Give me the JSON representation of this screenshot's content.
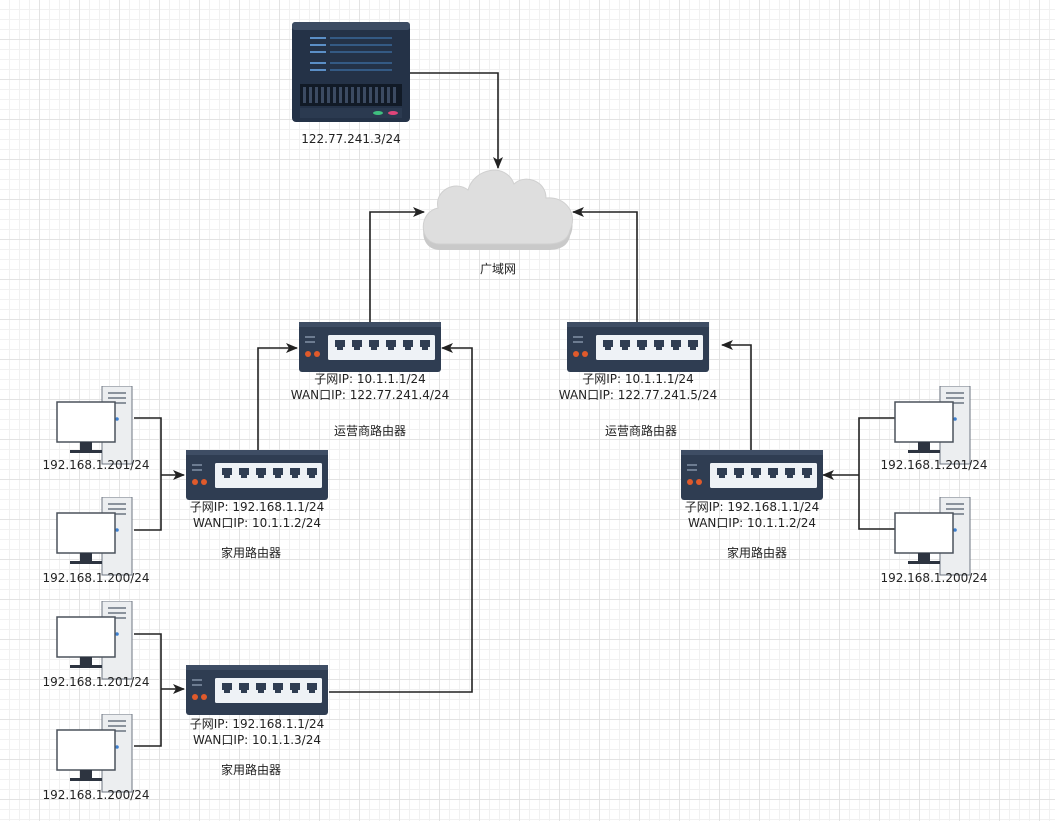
{
  "server": {
    "ip": "122.77.241.3/24"
  },
  "cloud": {
    "label": "广域网"
  },
  "isp_left": {
    "subnet": "子网IP:   10.1.1.1/24",
    "wan": "WAN口IP:  122.77.241.4/24",
    "name": "运营商路由器"
  },
  "isp_right": {
    "subnet": "子网IP:   10.1.1.1/24",
    "wan": "WAN口IP:  122.77.241.5/24",
    "name": "运营商路由器"
  },
  "home_left_top": {
    "subnet": "子网IP:   192.168.1.1/24",
    "wan": "WAN口IP:  10.1.1.2/24",
    "name": "家用路由器"
  },
  "home_left_bottom": {
    "subnet": "子网IP:   192.168.1.1/24",
    "wan": "WAN口IP:  10.1.1.3/24",
    "name": "家用路由器"
  },
  "home_right": {
    "subnet": "子网IP:   192.168.1.1/24",
    "wan": "WAN口IP:  10.1.1.2/24",
    "name": "家用路由器"
  },
  "pcs": {
    "left_top_1": "192.168.1.201/24",
    "left_top_2": "192.168.1.200/24",
    "left_bottom_1": "192.168.1.201/24",
    "left_bottom_2": "192.168.1.200/24",
    "right_1": "192.168.1.201/24",
    "right_2": "192.168.1.200/24"
  }
}
